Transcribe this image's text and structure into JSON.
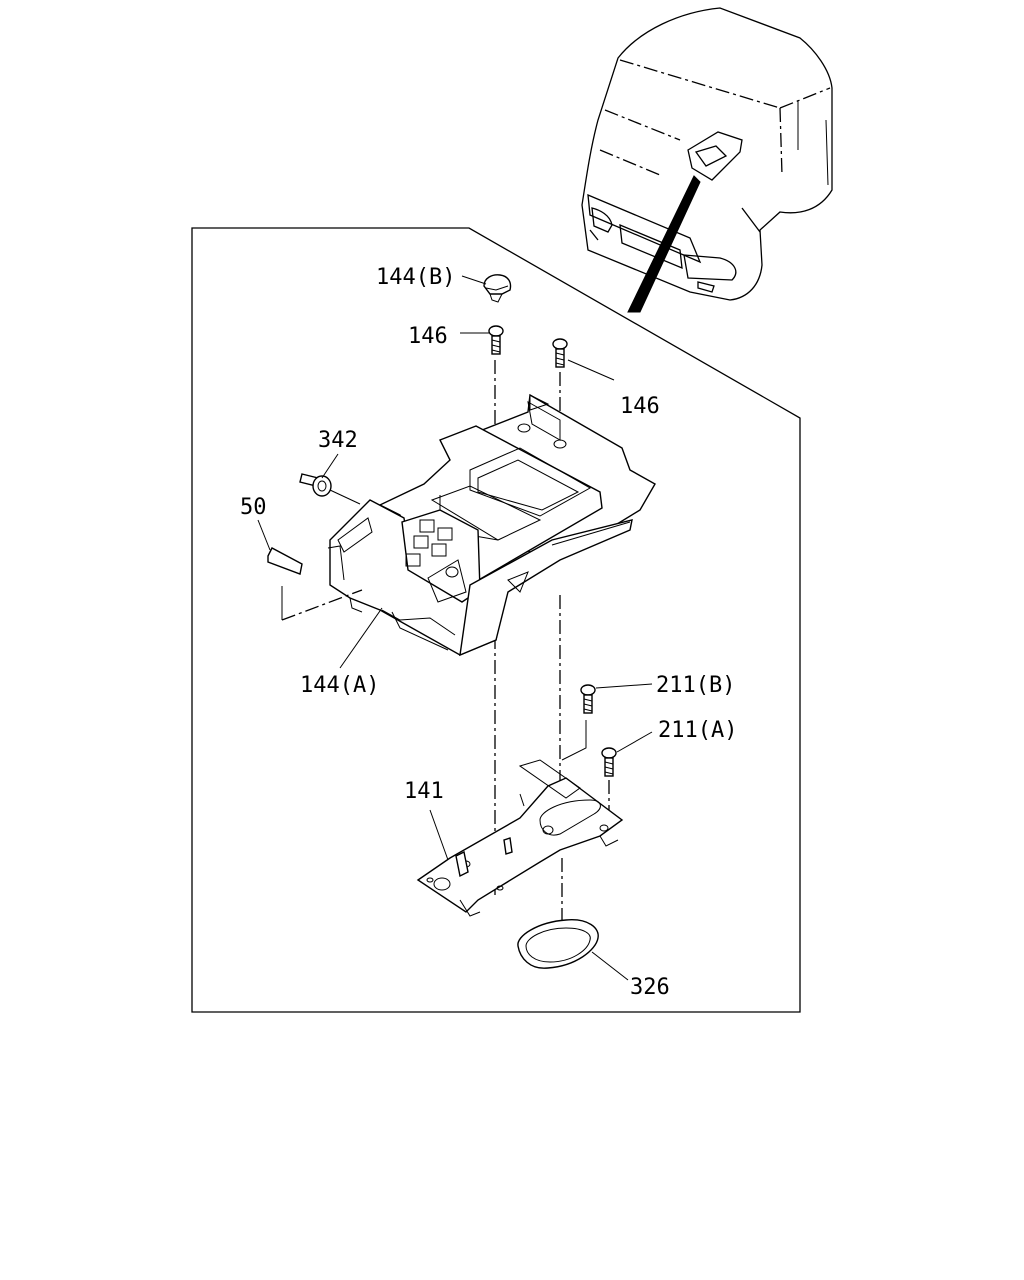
{
  "callouts": {
    "p144b": "144(B)",
    "p146_left": "146",
    "p146_right": "146",
    "p342": "342",
    "p50": "50",
    "p144a": "144(A)",
    "p211b": "211(B)",
    "p211a": "211(A)",
    "p141": "141",
    "p326": "326"
  }
}
